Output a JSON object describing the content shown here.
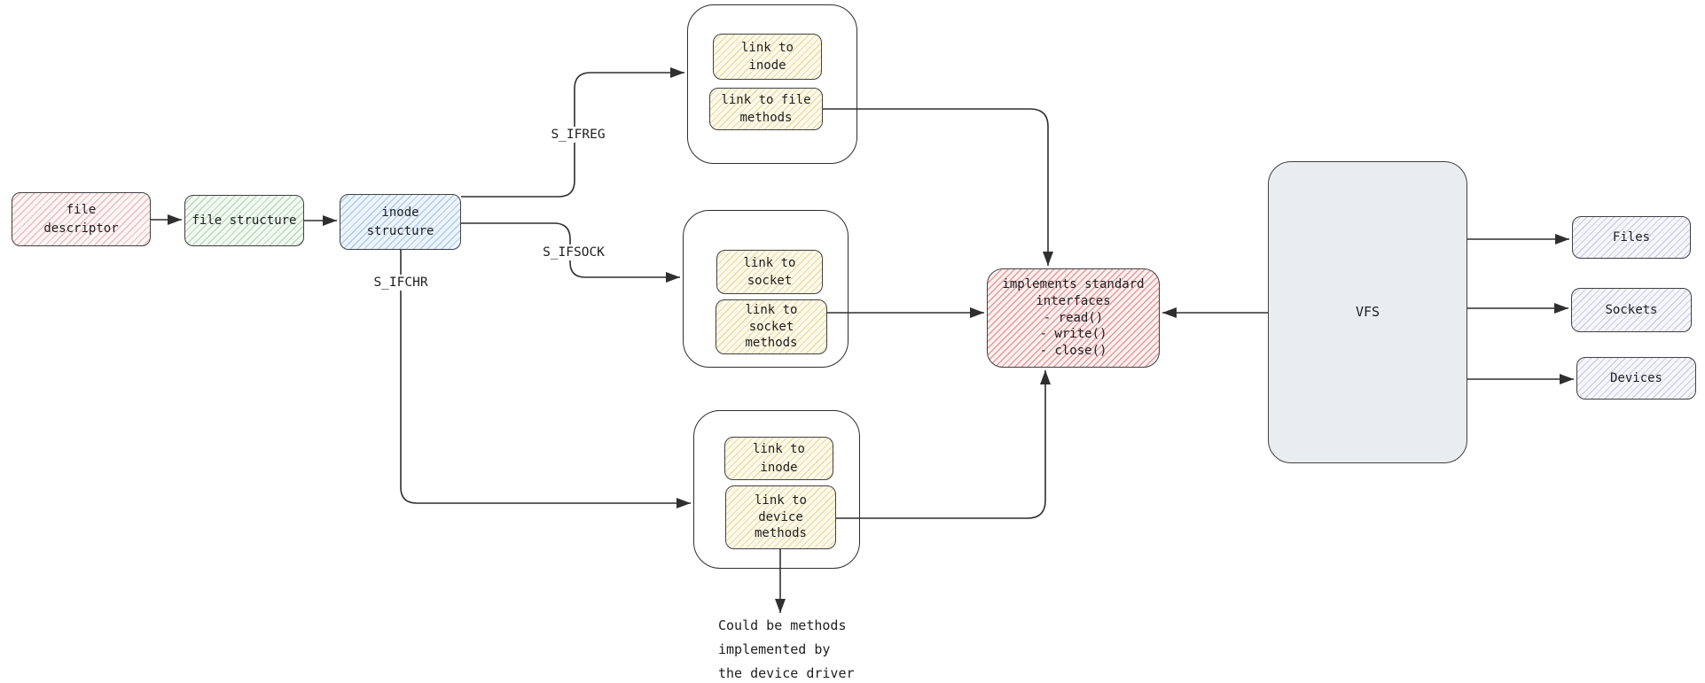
{
  "diagram": {
    "type": "flow-diagram",
    "topic": "Linux VFS file abstraction",
    "nodes": {
      "file_descriptor": {
        "label": "file\ndescriptor"
      },
      "file_structure": {
        "label": "file structure"
      },
      "inode_structure": {
        "label": "inode\nstructure"
      },
      "link_inode_file": {
        "label": "link to\ninode"
      },
      "link_file_methods": {
        "label": "link to file\nmethods"
      },
      "link_socket": {
        "label": "link to\nsocket"
      },
      "link_socket_methods": {
        "label": "link to\nsocket\nmethods"
      },
      "link_inode_device": {
        "label": "link to\ninode"
      },
      "link_device_methods": {
        "label": "link to\ndevice\nmethods"
      },
      "implements_interfaces": {
        "label": "implements standard\ninterfaces\n- read()\n- write()\n- close()"
      },
      "vfs": {
        "label": "VFS"
      },
      "files": {
        "label": "Files"
      },
      "sockets": {
        "label": "Sockets"
      },
      "devices": {
        "label": "Devices"
      }
    },
    "edge_labels": {
      "s_ifreg": "S_IFREG",
      "s_ifsock": "S_IFSOCK",
      "s_ifchr": "S_IFCHR"
    },
    "note": "Could be methods\nimplemented by\nthe device driver",
    "colors": {
      "pink_fill": "#fdf6f5",
      "pink_stripe": "#eabcbc",
      "green_fill": "#f2f9f2",
      "green_stripe": "#b9dab9",
      "blue_fill": "#edf4fc",
      "blue_stripe": "#aecbe9",
      "yellow_fill": "#fdf9ea",
      "yellow_stripe": "#e9dba6",
      "red_fill": "#fcf0f0",
      "red_stripe": "#e59b9b",
      "lavender_fill": "#f6f6fb",
      "lavender_stripe": "#cdcde8",
      "vfs_fill": "#e9edf0",
      "line": "#2f2f2f"
    }
  }
}
